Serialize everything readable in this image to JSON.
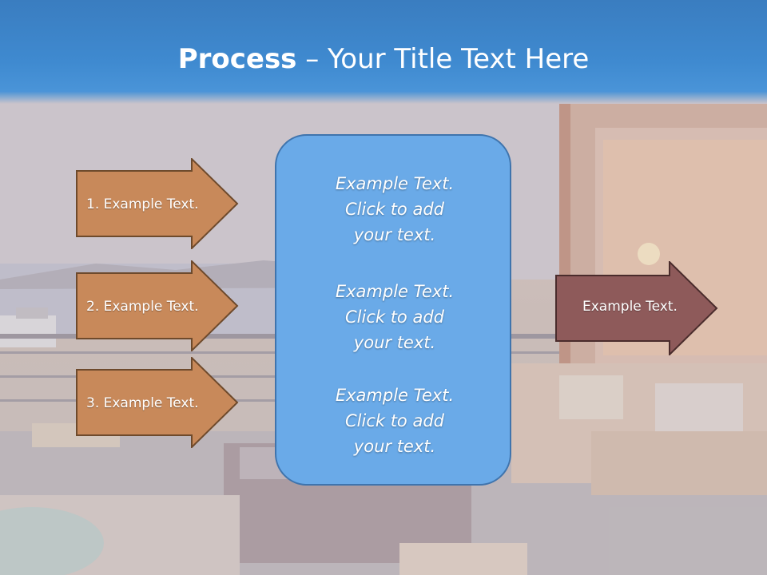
{
  "title": {
    "bold": "Process",
    "rest": " – Your Title Text Here"
  },
  "left_arrows": [
    {
      "label": "1. Example Text."
    },
    {
      "label": "2. Example Text."
    },
    {
      "label": "3. Example Text."
    }
  ],
  "center_box": {
    "paragraphs": [
      {
        "line1": "Example Text.",
        "line2": "Click  to add",
        "line3": "your text."
      },
      {
        "line1": "Example Text.",
        "line2": "Click  to add",
        "line3": "your text."
      },
      {
        "line1": "Example Text.",
        "line2": "Click  to add",
        "line3": "your text."
      }
    ]
  },
  "right_arrow": {
    "label": "Example Text."
  },
  "colors": {
    "title_band": "#3f8ad0",
    "left_arrow_fill": "#c8895a",
    "right_arrow_fill": "#8e5a5a",
    "center_box_fill": "#6aaae8"
  }
}
